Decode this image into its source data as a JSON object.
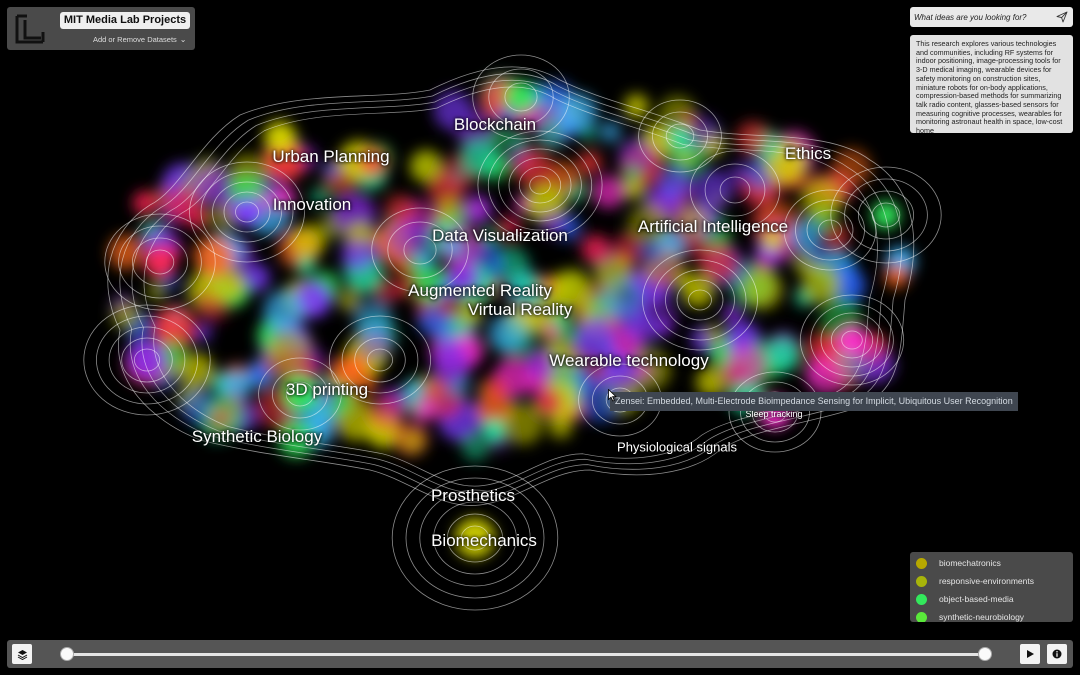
{
  "dataset_panel": {
    "title": "MIT Media Lab Projects",
    "toggle_label": "Add or Remove Datasets",
    "toggle_icon": "chevron-down-icon",
    "logo_icon": "bracket-logo-icon"
  },
  "search": {
    "placeholder": "What ideas are you looking for?",
    "icon": "send-icon"
  },
  "description": "This research explores various technologies and communities, including RF systems for indoor positioning, image-processing tools for 3-D medical imaging, wearable devices for safety monitoring on construction sites, miniature robots for on-body applications, compression-based methods for summarizing talk radio content, glasses-based sensors for measuring cognitive processes, wearables for monitoring astronaut health in space, low-cost home",
  "topic_labels": [
    {
      "text": "Blockchain"
    },
    {
      "text": "Urban Planning"
    },
    {
      "text": "Ethics"
    },
    {
      "text": "Innovation"
    },
    {
      "text": "Data Visualization"
    },
    {
      "text": "Artificial Intelligence"
    },
    {
      "text": "Augmented Reality"
    },
    {
      "text": "Virtual Reality"
    },
    {
      "text": "Wearable technology"
    },
    {
      "text": "3D printing"
    },
    {
      "text": "Synthetic Biology"
    },
    {
      "text": "Prosthetics"
    },
    {
      "text": "Biomechanics"
    },
    {
      "text": "Physiological signals"
    },
    {
      "text": "Sleep tracking"
    }
  ],
  "tooltip": "Zensei: Embedded, Multi-Electrode Bioimpedance Sensing for Implicit, Ubiquitous User Recognition",
  "legend": [
    {
      "label": "biomechatronics",
      "color": "#b7a800"
    },
    {
      "label": "responsive-environments",
      "color": "#a7b40a"
    },
    {
      "label": "object-based-media",
      "color": "#33e85c"
    },
    {
      "label": "synthetic-neurobiology",
      "color": "#5ae83a"
    }
  ],
  "timeline": {
    "left_button_icon": "layers-icon",
    "play_icon": "play-icon",
    "info_icon": "info-icon",
    "range_start": 0,
    "range_end": 1
  },
  "map_colors": [
    "#e0204a",
    "#33e85c",
    "#b9c200",
    "#8a2be2",
    "#ff2fd0",
    "#2a64ff",
    "#ff6a1a",
    "#1ee0a0",
    "#d4d400",
    "#7b3cff",
    "#ff3a3a",
    "#3fb8ff"
  ]
}
